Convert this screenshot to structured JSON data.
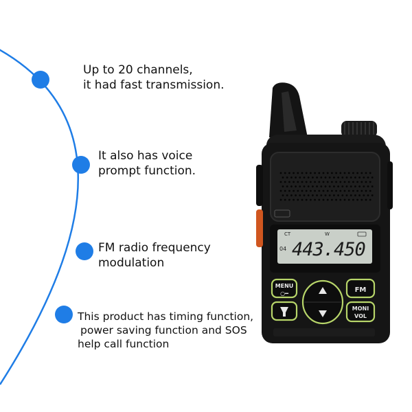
{
  "features": [
    {
      "lines": [
        "Up to 20 channels,",
        "it had fast transmission."
      ]
    },
    {
      "lines": [
        "It also has voice",
        "prompt function."
      ]
    },
    {
      "lines": [
        "FM radio frequency",
        "modulation"
      ]
    },
    {
      "lines": [
        "This product has timing function,",
        "power saving function and SOS",
        "help call function"
      ]
    }
  ],
  "radio": {
    "display": {
      "frequency": "443.450",
      "channel_indicator": "04",
      "ct_label": "CT",
      "w_label": "W"
    },
    "keys": {
      "menu": "MENU",
      "fm": "FM",
      "moni": "MONI",
      "vol": "VOL"
    }
  },
  "colors": {
    "accent_blue": "#1f7de6",
    "radio_body": "#151515",
    "key_ring": "#b8d66a",
    "lcd": "#c9cfc8"
  }
}
